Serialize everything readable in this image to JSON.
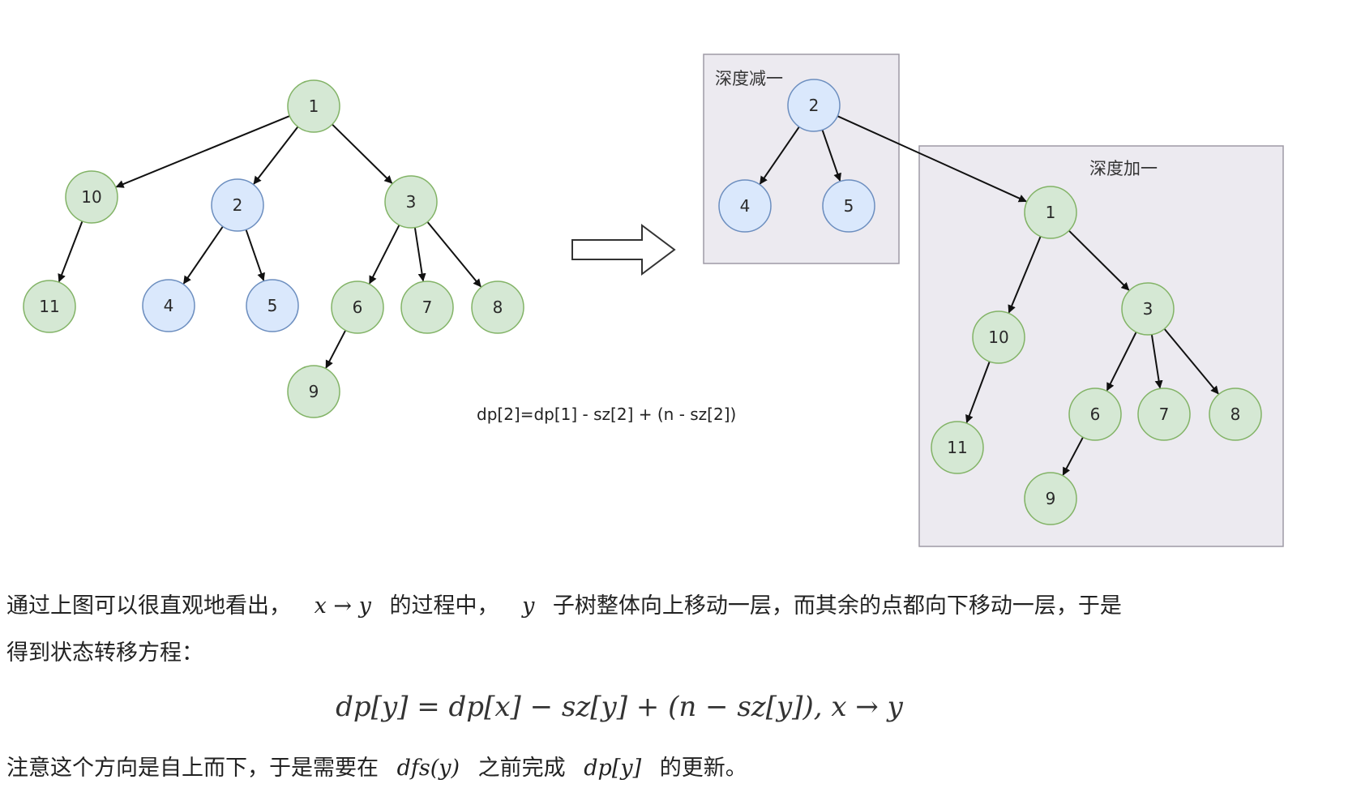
{
  "left_tree": {
    "nodes": [
      {
        "id": "1",
        "color": "green"
      },
      {
        "id": "10",
        "color": "green"
      },
      {
        "id": "2",
        "color": "blue"
      },
      {
        "id": "3",
        "color": "green"
      },
      {
        "id": "11",
        "color": "green"
      },
      {
        "id": "4",
        "color": "blue"
      },
      {
        "id": "5",
        "color": "blue"
      },
      {
        "id": "6",
        "color": "green"
      },
      {
        "id": "7",
        "color": "green"
      },
      {
        "id": "8",
        "color": "green"
      },
      {
        "id": "9",
        "color": "green"
      }
    ],
    "edges": [
      [
        "1",
        "10"
      ],
      [
        "1",
        "2"
      ],
      [
        "1",
        "3"
      ],
      [
        "10",
        "11"
      ],
      [
        "2",
        "4"
      ],
      [
        "2",
        "5"
      ],
      [
        "3",
        "6"
      ],
      [
        "3",
        "7"
      ],
      [
        "3",
        "8"
      ],
      [
        "6",
        "9"
      ]
    ]
  },
  "right_tree": {
    "box_minus_label": "深度减一",
    "box_plus_label": "深度加一",
    "nodes": [
      {
        "id": "2",
        "color": "blue"
      },
      {
        "id": "4",
        "color": "blue"
      },
      {
        "id": "5",
        "color": "blue"
      },
      {
        "id": "1",
        "color": "green"
      },
      {
        "id": "10",
        "color": "green"
      },
      {
        "id": "3",
        "color": "green"
      },
      {
        "id": "11",
        "color": "green"
      },
      {
        "id": "6",
        "color": "green"
      },
      {
        "id": "7",
        "color": "green"
      },
      {
        "id": "8",
        "color": "green"
      },
      {
        "id": "9",
        "color": "green"
      }
    ],
    "edges": [
      [
        "2",
        "4"
      ],
      [
        "2",
        "5"
      ],
      [
        "2",
        "1"
      ],
      [
        "1",
        "10"
      ],
      [
        "1",
        "3"
      ],
      [
        "10",
        "11"
      ],
      [
        "3",
        "6"
      ],
      [
        "3",
        "7"
      ],
      [
        "3",
        "8"
      ],
      [
        "6",
        "9"
      ]
    ]
  },
  "colors": {
    "green_fill": "#d5e8d4",
    "green_stroke": "#82b366",
    "blue_fill": "#dae8fc",
    "blue_stroke": "#6c8ebf",
    "box_fill": "#eceaf0",
    "box_stroke": "#9e9aa5"
  },
  "small_formula": "dp[2]=dp[1] - sz[2] + (n - sz[2])",
  "para1": {
    "part1": "通过上图可以很直观地看出，",
    "math1": "x → y",
    "part2": "的过程中，",
    "math2": "y",
    "part3": "子树整体向上移动一层，而其余的点都向下移动一层，于是"
  },
  "para1_line2": "得到状态转移方程：",
  "main_formula": "dp[y] = dp[x] − sz[y] + (n − sz[y]), x → y",
  "para2": {
    "part1": "注意这个方向是自上而下，于是需要在",
    "math1": "dfs(y)",
    "part2": "之前完成",
    "math2": "dp[y]",
    "part3": "的更新。"
  }
}
